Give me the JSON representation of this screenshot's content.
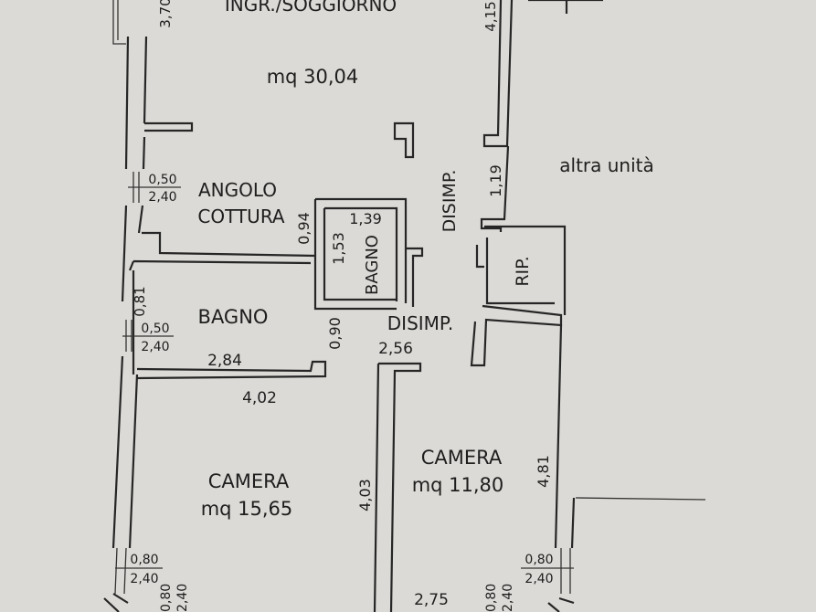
{
  "rooms": {
    "soggiorno": {
      "name": "INGR./SOGGIORNO",
      "area": "mq 30,04"
    },
    "angolo_cottura": {
      "line1": "ANGOLO",
      "line2": "COTTURA"
    },
    "bagno_small": {
      "name": "BAGNO"
    },
    "bagno": {
      "name": "BAGNO"
    },
    "disimp_upper": {
      "name": "DISIMP."
    },
    "disimp_lower": {
      "name": "DISIMP."
    },
    "rip": {
      "name": "RIP."
    },
    "camera_left": {
      "name": "CAMERA",
      "area": "mq 15,65"
    },
    "camera_right": {
      "name": "CAMERA",
      "area": "mq 11,80"
    }
  },
  "other_unit": "altra unità",
  "dimensions": {
    "top_left": "3,70",
    "top_right": "4,15",
    "disimp_width": "1,19",
    "cottura_height": "0,94",
    "bagno_small_width": "1,39",
    "bagno_small_depth": "1,53",
    "bagno_left_tag": "0,81",
    "bagno_width": "2,84",
    "bagno_height": "0,90",
    "disimp_lower_width": "2,56",
    "camera_left_width": "4,02",
    "camera_left_height": "4,03",
    "camera_right_height": "4,81",
    "camera_right_width": "2,75"
  },
  "windows": {
    "cottura": {
      "w": "0,50",
      "h": "2,40"
    },
    "bagno": {
      "w": "0,50",
      "h": "2,40"
    },
    "camera_left": {
      "w": "0,80",
      "h": "2,40"
    },
    "camera_left_bottom": {
      "w": "0,80",
      "h": "2,40"
    },
    "camera_right": {
      "w": "0,80",
      "h": "2,40"
    },
    "camera_right_bottom": {
      "w": "0,80",
      "h": "2,40"
    }
  }
}
